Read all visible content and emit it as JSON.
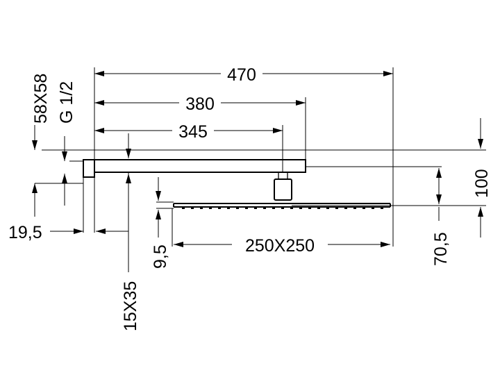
{
  "dimensions": {
    "arm_length_total": "470",
    "arm_length_to_head_center": "380",
    "wall_to_connector": "345",
    "wall_plate_size": "58X58",
    "thread": "G 1/2",
    "total_height": "100",
    "plate_depth": "19,5",
    "arm_section": "15X35",
    "head_thickness": "9,5",
    "head_size": "250X250",
    "arm_to_head": "70,5"
  }
}
